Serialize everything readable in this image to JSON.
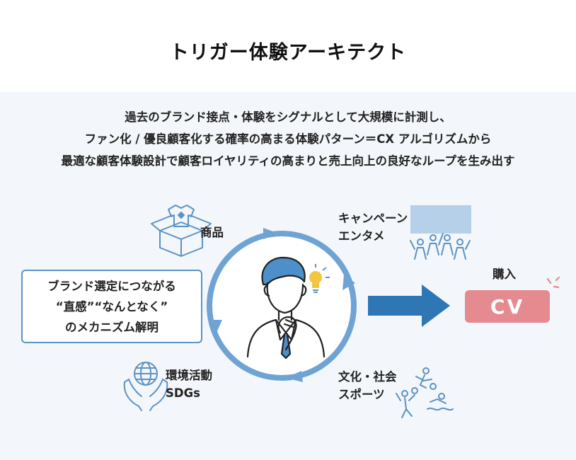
{
  "title": "トリガー体験アーキテクト",
  "lead": [
    "過去のブランド接点・体験をシグナルとして大規模に計測し、",
    "ファン化 / 優良顧客化する確率の高まる体験パターン＝CX アルゴリズムから",
    "最適な顧客体験設計で顧客ロイヤリティの高まりと売上向上の良好なループを生み出す"
  ],
  "touchpoints": {
    "product": "商品",
    "campaign": [
      "キャンペーン",
      "エンタメ"
    ],
    "environment": [
      "環境活動",
      "SDGs"
    ],
    "culture": [
      "文化・社会",
      "スポーツ"
    ]
  },
  "mechanism": [
    "ブランド選定につながる",
    "“直感”“なんとなく”",
    "のメカニズム解明"
  ],
  "purchase_label": "購入",
  "cv_label": "CV",
  "colors": {
    "ring": "#6fa3d4",
    "arrow": "#2f76b4",
    "cv": "#e58a8f",
    "box_border": "#5b93c7",
    "icon": "#5b93c7",
    "bulb": "#f3c542",
    "panel": "#f3f6fa"
  },
  "icons": [
    "tshirt-box-icon",
    "audience-screen-icon",
    "globe-hands-icon",
    "sports-icon",
    "thinking-person-icon",
    "lightbulb-icon"
  ]
}
